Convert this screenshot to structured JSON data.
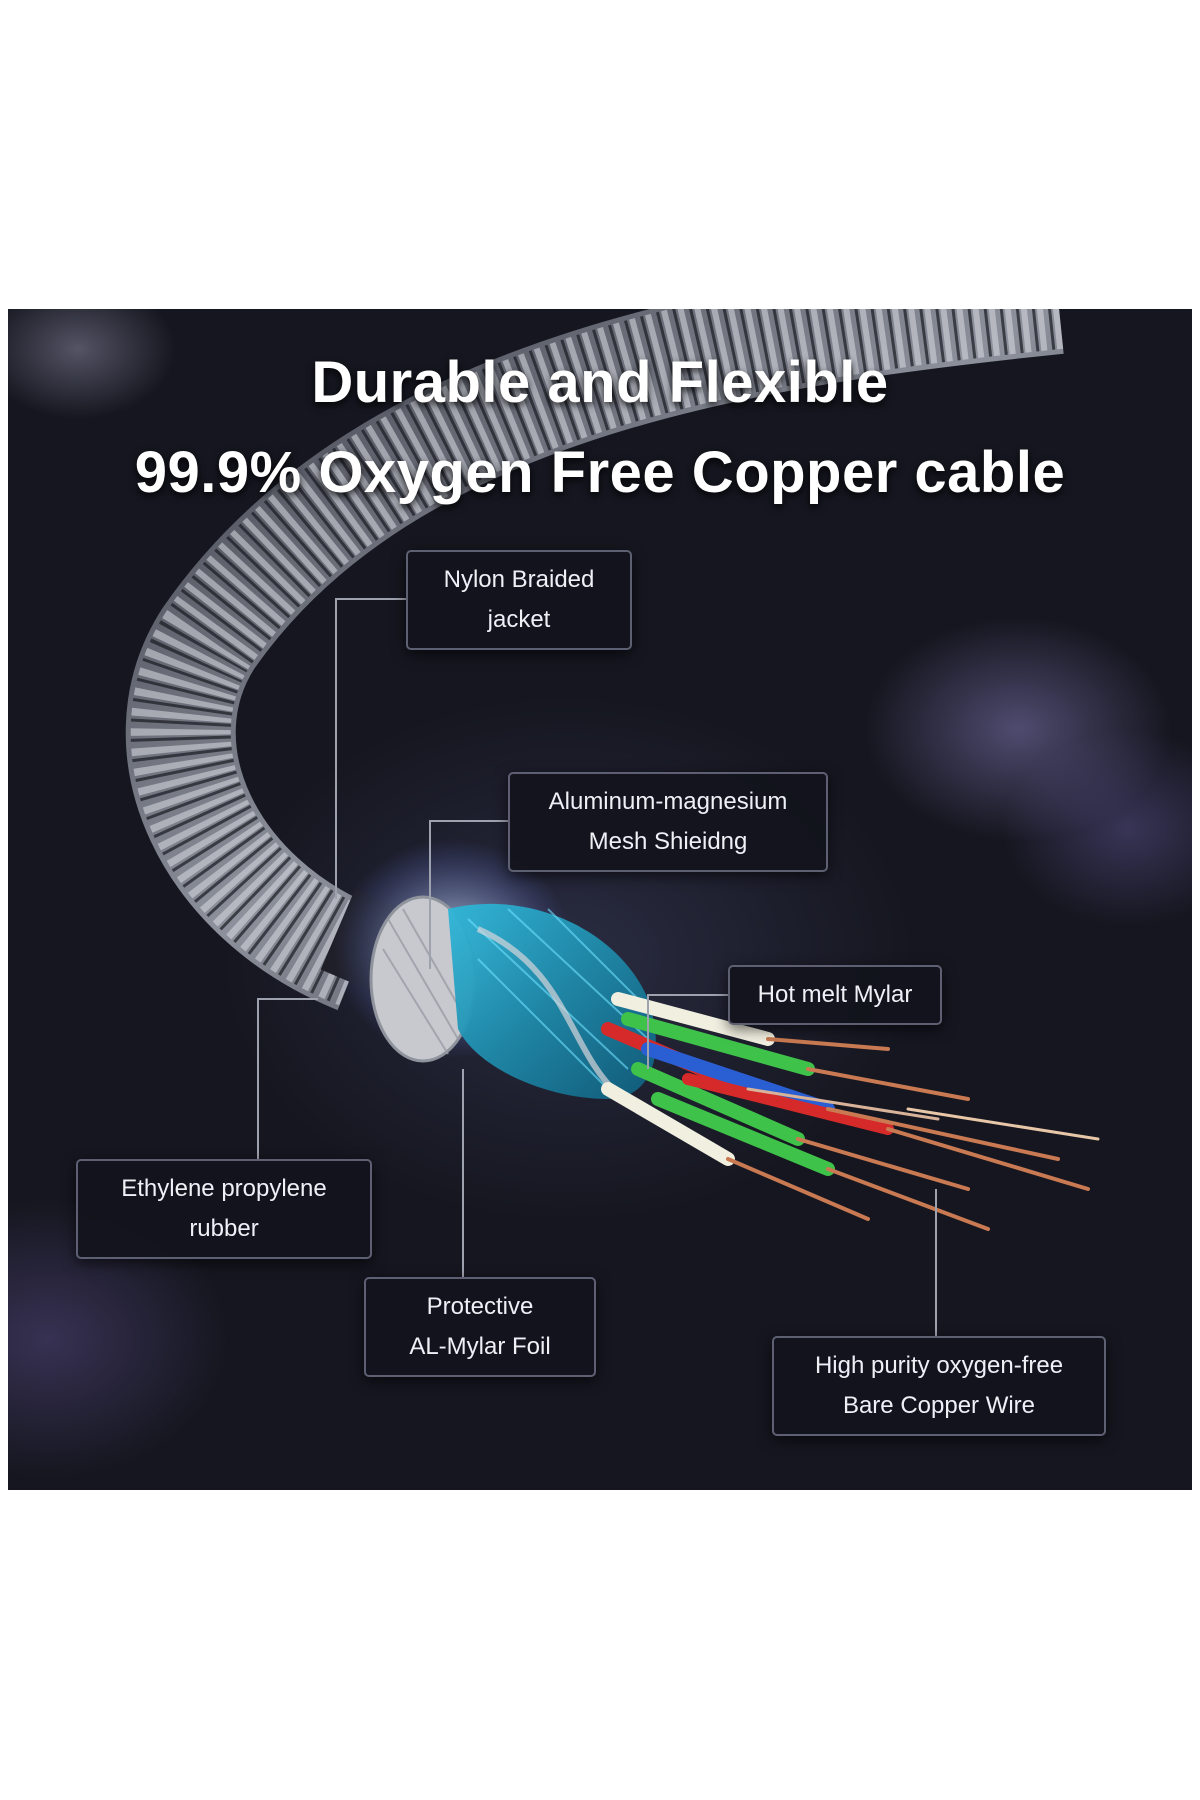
{
  "headline": {
    "line1": "Durable and Flexible",
    "line2": "99.9% Oxygen Free Copper cable"
  },
  "callouts": [
    {
      "id": "nylon",
      "line1": "Nylon Braided",
      "line2": "jacket"
    },
    {
      "id": "aluminum",
      "line1": "Aluminum-magnesium",
      "line2": "Mesh Shieidng"
    },
    {
      "id": "mylar",
      "line1": "Hot melt Mylar",
      "line2": ""
    },
    {
      "id": "rubber",
      "line1": "Ethylene propylene",
      "line2": "rubber"
    },
    {
      "id": "foil",
      "line1": "Protective",
      "line2": "AL-Mylar Foil"
    },
    {
      "id": "copper",
      "line1": "High purity oxygen-free",
      "line2": "Bare Copper Wire"
    }
  ],
  "colors": {
    "background": "#11121a",
    "braid": "#9a9ea8",
    "mesh_shield": "#1d9fbf",
    "mylar_silver": "#c8c8cc",
    "copper": "#c97a52",
    "wire_insulation": [
      "#3fc24a",
      "#d62a2a",
      "#2a5fd4",
      "#f1efe0"
    ]
  }
}
